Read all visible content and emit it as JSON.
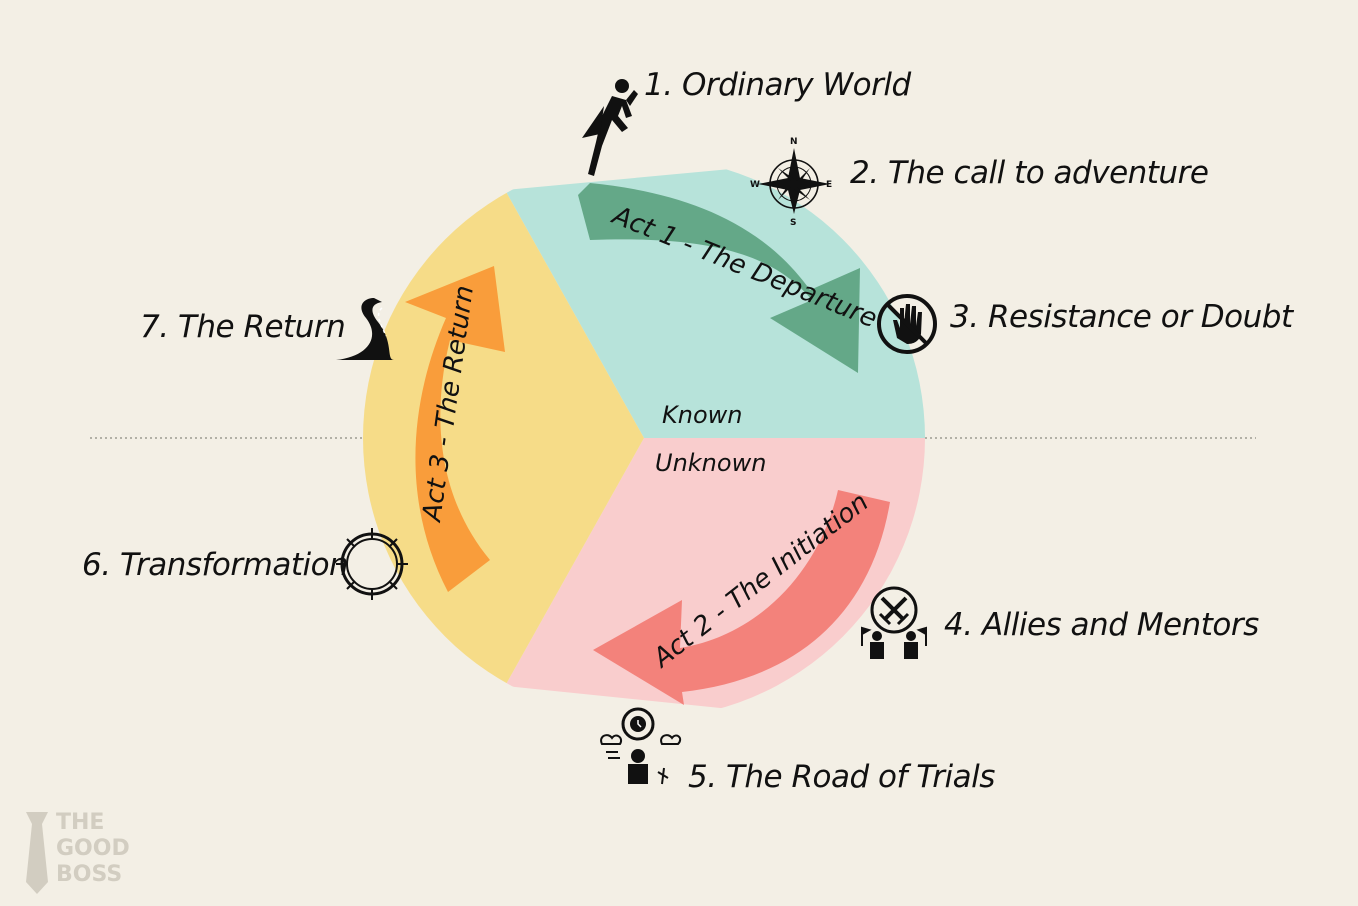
{
  "stages": [
    {
      "number": "1.",
      "title": "Ordinary World",
      "icon": "running-hero-icon"
    },
    {
      "number": "2.",
      "title": "The call to adventure",
      "icon": "compass-icon"
    },
    {
      "number": "3.",
      "title": "Resistance or Doubt",
      "icon": "stop-hand-icon"
    },
    {
      "number": "4.",
      "title": "Allies and Mentors",
      "icon": "crossed-swords-allies-icon"
    },
    {
      "number": "5.",
      "title": "The Road of Trials",
      "icon": "trials-person-icon"
    },
    {
      "number": "6.",
      "title": "Transformation",
      "icon": "thorn-crown-icon"
    },
    {
      "number": "7.",
      "title": "The Return",
      "icon": "winding-road-icon"
    }
  ],
  "acts": [
    {
      "label": "Act 1 - The Departure",
      "color": "#64a888"
    },
    {
      "label": "Act 2 - The Initiation",
      "color": "#f3827b"
    },
    {
      "label": "Act 3 - The Return",
      "color": "#f99d3b"
    }
  ],
  "zones": {
    "known": "Known",
    "unknown": "Unknown"
  },
  "segments": {
    "known_color": "#b7e3da",
    "unknown_color": "#f9cdcd",
    "return_color": "#f6dc88"
  },
  "compass": {
    "n": "N",
    "e": "E",
    "s": "S",
    "w": "W"
  },
  "logo": {
    "line1": "THE",
    "line2": "GOOD",
    "line3": "BOSS",
    "icon": "tie-icon"
  }
}
